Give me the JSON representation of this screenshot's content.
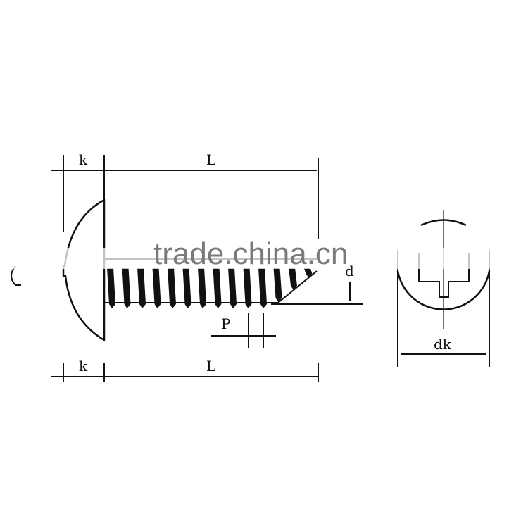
{
  "diagram": {
    "labels": {
      "k_top": "k",
      "L_top": "L",
      "k_bottom": "k",
      "L_bottom": "L",
      "pitch": "P",
      "diameter": "d",
      "head_diameter": "dk"
    },
    "watermark": "trade.china.cn",
    "colors": {
      "line": "#111111",
      "watermark": "#7a7a7a",
      "background": "#ffffff"
    }
  }
}
